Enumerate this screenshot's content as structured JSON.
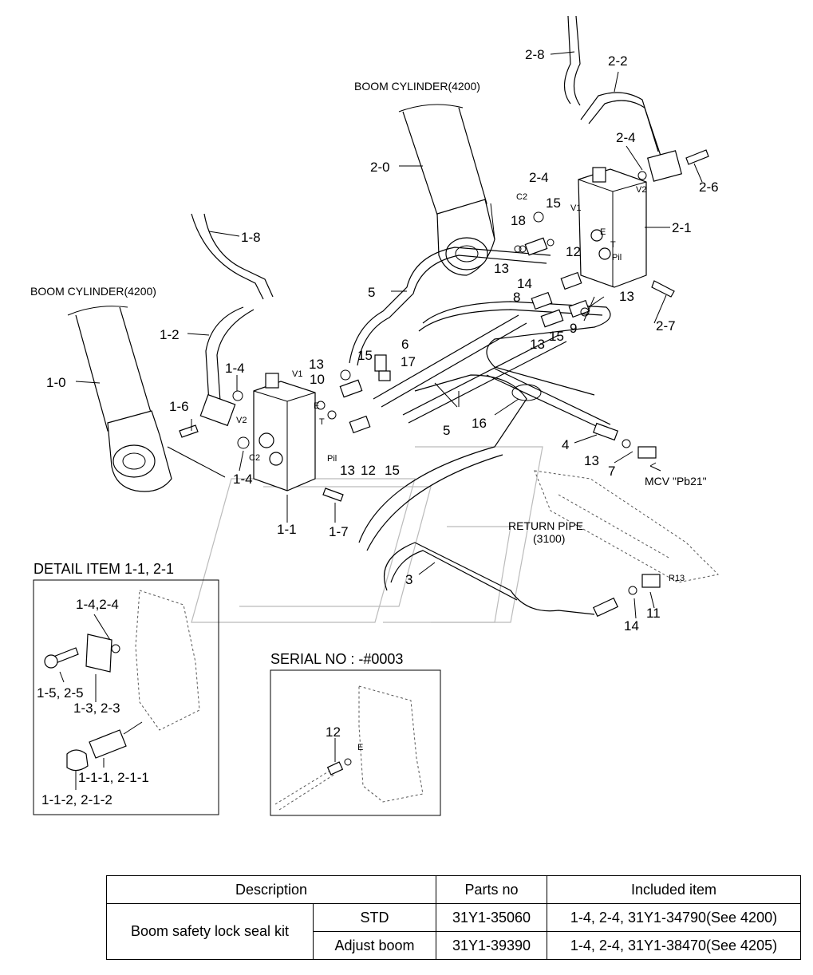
{
  "labels": {
    "boom_cyl_upper": "BOOM CYLINDER(4200)",
    "boom_cyl_lower": "BOOM CYLINDER(4200)",
    "return_pipe_1": "RETURN PIPE",
    "return_pipe_2": "(3100)",
    "mcv": "MCV \"Pb21\"",
    "detail_title": "DETAIL ITEM 1-1, 2-1",
    "serial_title": "SERIAL NO : -#0003"
  },
  "ports": {
    "v1": "V1",
    "v2": "V2",
    "c2": "C2",
    "e": "E",
    "t": "T",
    "pil": "Pil",
    "r13": "R13"
  },
  "callouts": {
    "p2_8": "2-8",
    "p2_2": "2-2",
    "p2_0": "2-0",
    "p2_4": "2-4",
    "p2_6": "2-6",
    "p2_1": "2-1",
    "p2_7": "2-7",
    "p1_8": "1-8",
    "p1_2": "1-2",
    "p1_0": "1-0",
    "p1_4": "1-4",
    "p1_6": "1-6",
    "p1_1": "1-1",
    "p1_7": "1-7",
    "n3": "3",
    "n4": "4",
    "n5": "5",
    "n6": "6",
    "n7": "7",
    "n8": "8",
    "n9": "9",
    "n10": "10",
    "n11": "11",
    "n12": "12",
    "n13": "13",
    "n14": "14",
    "n15": "15",
    "n16": "16",
    "n17": "17",
    "n18": "18"
  },
  "detail": {
    "c1": "1-4,2-4",
    "c2": "1-5, 2-5",
    "c3": "1-3, 2-3",
    "c4": "1-1-1, 2-1-1",
    "c5": "1-1-2, 2-1-2"
  },
  "table": {
    "h_desc": "Description",
    "h_parts": "Parts no",
    "h_incl": "Included item",
    "kit": "Boom safety lock seal kit",
    "rows": [
      {
        "variant": "STD",
        "part": "31Y1-35060",
        "incl": "1-4, 2-4, 31Y1-34790(See 4200)"
      },
      {
        "variant": "Adjust boom",
        "part": "31Y1-39390",
        "incl": "1-4, 2-4, 31Y1-38470(See 4205)"
      }
    ]
  }
}
